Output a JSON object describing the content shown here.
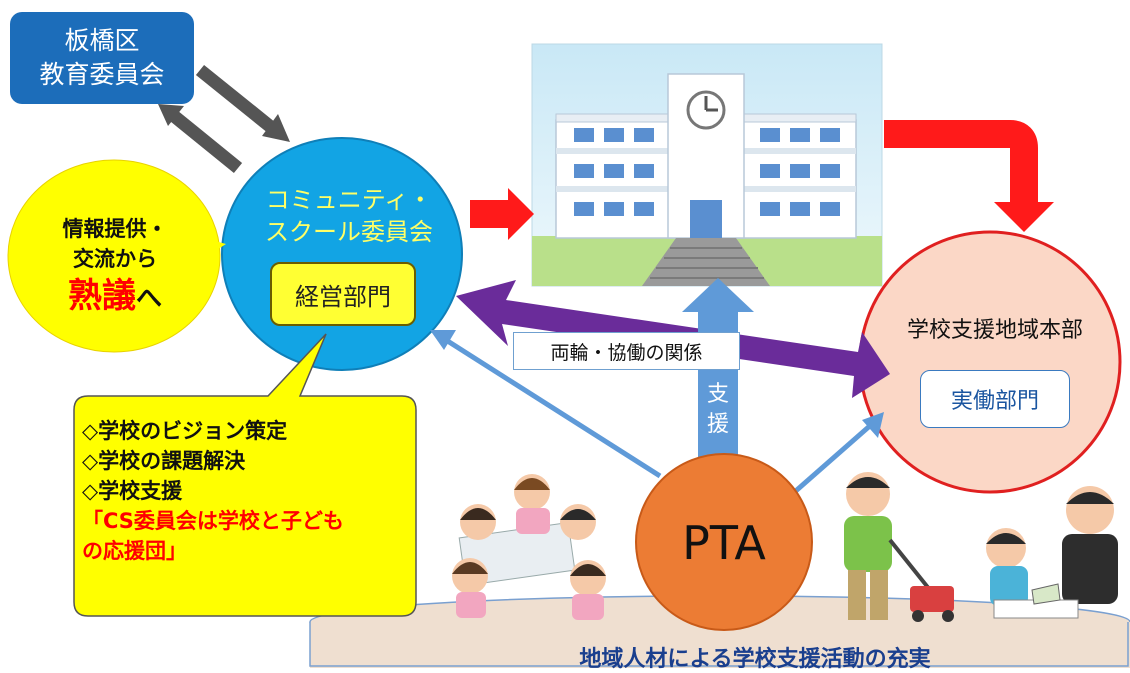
{
  "board": {
    "line1": "板橋区",
    "line2": "教育委員会"
  },
  "cs_committee": {
    "line1": "コミュニティ・",
    "line2": "スクール委員会",
    "dept": "経営部門"
  },
  "info_bubble": {
    "line1": "情報提供・",
    "line2": "交流から",
    "line3_red": "熟議",
    "line3_tail": "へ"
  },
  "roles": {
    "item1": "◇学校のビジョン策定",
    "item2": "◇学校の課題解決",
    "item3": "◇学校支援",
    "quote": "「CS委員会は学校と子どもの応援団」"
  },
  "hq": {
    "title": "学校支援地域本部",
    "dept": "実働部門"
  },
  "relation_label": "両輪・協働の関係",
  "support_label": "支援",
  "pta_label": "PTA",
  "bottom_caption": "地域人材による学校支援活動の充実",
  "colors": {
    "board_blue": "#1c6dba",
    "cs_circle": "#12a4e4",
    "hq_circle": "#fbd7c6",
    "hq_border": "#e02020",
    "pta": "#ec7c34",
    "arrow_red": "#ff1a1a",
    "arrow_purple": "#6a2c9a",
    "arrow_light_blue": "#5f9ad8",
    "bubble_yellow": "#ffff00",
    "arrow_gray": "#555555"
  }
}
